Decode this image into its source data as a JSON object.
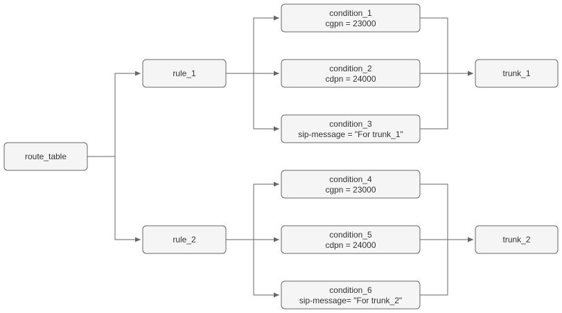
{
  "nodes": {
    "route_table": {
      "lines": [
        "route_table"
      ]
    },
    "rule_1": {
      "lines": [
        "rule_1"
      ]
    },
    "rule_2": {
      "lines": [
        "rule_2"
      ]
    },
    "condition_1": {
      "lines": [
        "condition_1",
        "cgpn = 23000"
      ]
    },
    "condition_2": {
      "lines": [
        "condition_2",
        "cdpn = 24000"
      ]
    },
    "condition_3": {
      "lines": [
        "condition_3",
        "sip-message = \"For trunk_1\""
      ]
    },
    "condition_4": {
      "lines": [
        "condition_4",
        "cgpn = 23000"
      ]
    },
    "condition_5": {
      "lines": [
        "condition_5",
        "cdpn = 24000"
      ]
    },
    "condition_6": {
      "lines": [
        "condition_6",
        "sip-message= \"For trunk_2\""
      ]
    },
    "trunk_1": {
      "lines": [
        "trunk_1"
      ]
    },
    "trunk_2": {
      "lines": [
        "trunk_2"
      ]
    }
  },
  "edges": [
    {
      "from": "route_table",
      "to": "rule_1"
    },
    {
      "from": "route_table",
      "to": "rule_2"
    },
    {
      "from": "rule_1",
      "to": "condition_1"
    },
    {
      "from": "rule_1",
      "to": "condition_2"
    },
    {
      "from": "rule_1",
      "to": "condition_3"
    },
    {
      "from": "rule_2",
      "to": "condition_4"
    },
    {
      "from": "rule_2",
      "to": "condition_5"
    },
    {
      "from": "rule_2",
      "to": "condition_6"
    },
    {
      "from": "condition_1",
      "to": "trunk_1"
    },
    {
      "from": "condition_2",
      "to": "trunk_1"
    },
    {
      "from": "condition_3",
      "to": "trunk_1"
    },
    {
      "from": "condition_4",
      "to": "trunk_2"
    },
    {
      "from": "condition_5",
      "to": "trunk_2"
    },
    {
      "from": "condition_6",
      "to": "trunk_2"
    }
  ],
  "colors": {
    "node_fill": "#f5f5f5",
    "node_stroke": "#666666",
    "edge": "#666666",
    "text": "#333333"
  }
}
